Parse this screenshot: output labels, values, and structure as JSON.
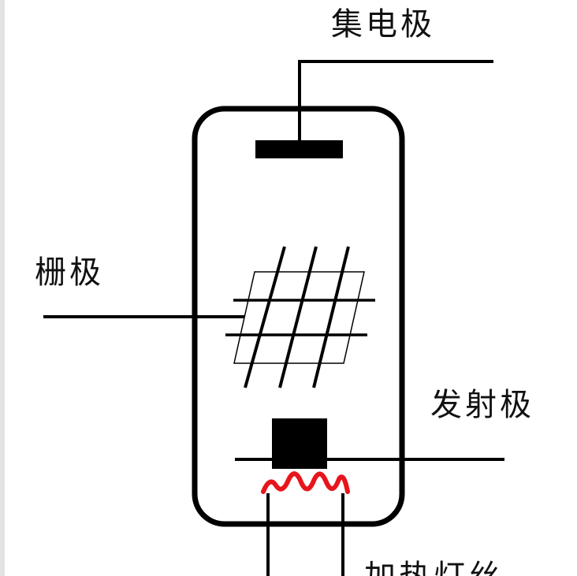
{
  "diagram": {
    "labels": {
      "collector": "集电极",
      "grid": "栅极",
      "emitter": "发射极",
      "heater": "加热灯丝"
    },
    "colors": {
      "stroke": "#000000",
      "heater_coil": "#e8141c",
      "background": "#ffffff"
    }
  }
}
